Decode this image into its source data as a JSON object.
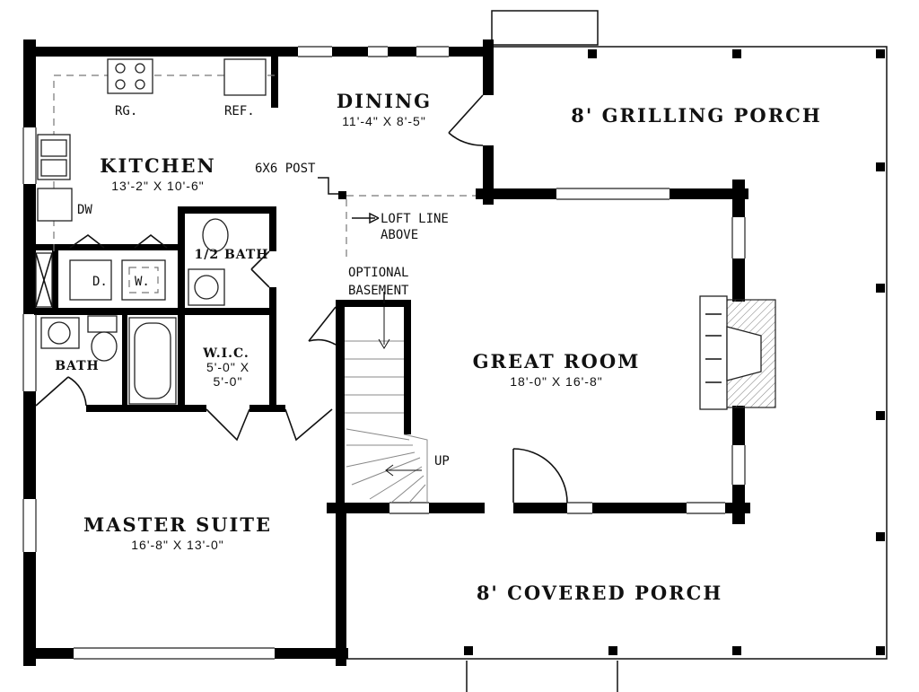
{
  "rooms": {
    "dining": {
      "name": "DINING",
      "dims": "11'-4\" X 8'-5\""
    },
    "grilling": {
      "name": "8' GRILLING PORCH"
    },
    "kitchen": {
      "name": "KITCHEN",
      "dims": "13'-2\" X 10'-6\""
    },
    "half_bath": {
      "name": "1/2 BATH"
    },
    "bath": {
      "name": "BATH"
    },
    "wic": {
      "name": "W.I.C.",
      "dims1": "5'-0\" X",
      "dims2": "5'-0\""
    },
    "great_room": {
      "name": "GREAT ROOM",
      "dims": "18'-0\" X 16'-8\""
    },
    "master": {
      "name": "MASTER SUITE",
      "dims": "16'-8\" X 13'-0\""
    },
    "covered_porch": {
      "name": "8' COVERED PORCH"
    }
  },
  "labels": {
    "range": "RG.",
    "refrigerator": "REF.",
    "dishwasher": "DW",
    "dryer": "D.",
    "washer": "W.",
    "post": "6X6 POST",
    "loft_1": "LOFT LINE",
    "loft_2": "ABOVE",
    "basement_1": "OPTIONAL",
    "basement_2": "BASEMENT",
    "stairs_up": "UP"
  }
}
